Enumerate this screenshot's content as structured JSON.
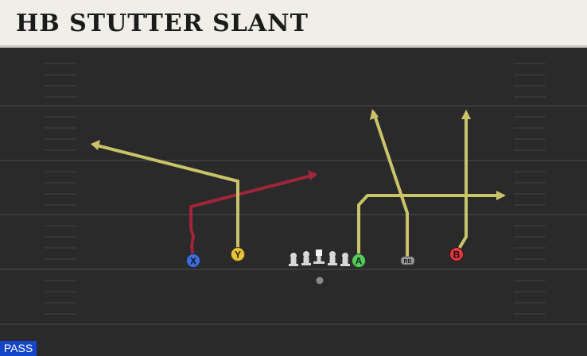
{
  "play": {
    "title": "HB STUTTER SLANT",
    "mode": "PASS"
  },
  "players": [
    {
      "id": "x",
      "label": "X",
      "color": "#3f6fd6"
    },
    {
      "id": "y",
      "label": "Y",
      "color": "#e7c53b"
    },
    {
      "id": "a",
      "label": "A",
      "color": "#57c95e"
    },
    {
      "id": "rb",
      "label": "RB",
      "color": "#9a9a9a"
    },
    {
      "id": "b",
      "label": "B",
      "color": "#d93a45"
    }
  ],
  "colors": {
    "route_primary": "#c9c46a",
    "route_highlight": "#a0253a",
    "field": "#2a2a2a",
    "yard_line": "#3e3e3e",
    "title_bg": "#efeee8"
  }
}
